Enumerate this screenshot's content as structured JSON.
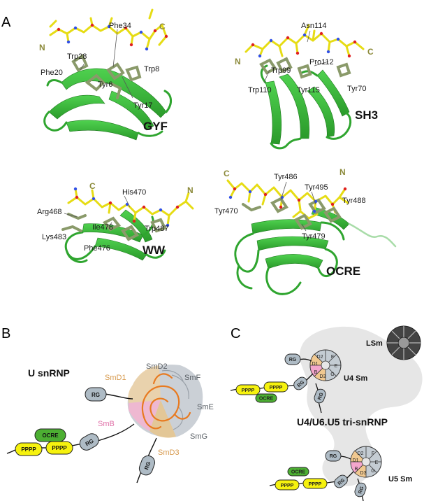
{
  "panels": {
    "a": "A",
    "b": "B",
    "c": "C"
  },
  "gyf": {
    "domain": "GYF",
    "n": "N",
    "c": "C",
    "residues": [
      "Phe34",
      "Trp28",
      "Phe20",
      "Tyr6",
      "Trp8",
      "Tyr17"
    ]
  },
  "sh3": {
    "domain": "SH3",
    "n": "N",
    "c": "C",
    "residues": [
      "Asn114",
      "Pro112",
      "Trp99",
      "Trp110",
      "Tyr115",
      "Tyr70"
    ]
  },
  "ww": {
    "domain": "WW",
    "n": "N",
    "c": "C",
    "residues": [
      "His470",
      "Arg468",
      "Ile478",
      "Trp487",
      "Lys483",
      "Phe476"
    ]
  },
  "ocre": {
    "domain": "OCRE",
    "n": "N",
    "c": "C",
    "residues": [
      "Tyr486",
      "Tyr495",
      "Tyr488",
      "Tyr470",
      "Tyr479"
    ]
  },
  "snrnp": {
    "title": "U snRNP",
    "sm": [
      "SmD1",
      "SmD2",
      "SmF",
      "SmE",
      "SmG",
      "SmD3",
      "SmB"
    ],
    "rg": "RG",
    "pppp": "PPPP",
    "ocre": "OCRE"
  },
  "tri": {
    "title": "U4/U6.U5 tri-snRNP",
    "lsm": "LSm",
    "u4": "U4 Sm",
    "u5": "U5 Sm",
    "ring": [
      "D2",
      "F",
      "E",
      "G",
      "D3",
      "B",
      "D1"
    ],
    "rg": "RG",
    "pppp": "PPPP",
    "ocre": "OCRE"
  },
  "colors": {
    "ribbon": "#3db83d",
    "peptide": "#f2e822",
    "oxygen": "#e02020",
    "nitrogen": "#3050e8",
    "sidechain": "#8e9e70",
    "rg": "#aebbc5",
    "pppp": "#f6f20e",
    "ocre": "#4caf32",
    "tri": "#e6e6e6",
    "smD1": "#f0c890",
    "smB": "#f4a6cc",
    "rna": "#e87a20"
  }
}
